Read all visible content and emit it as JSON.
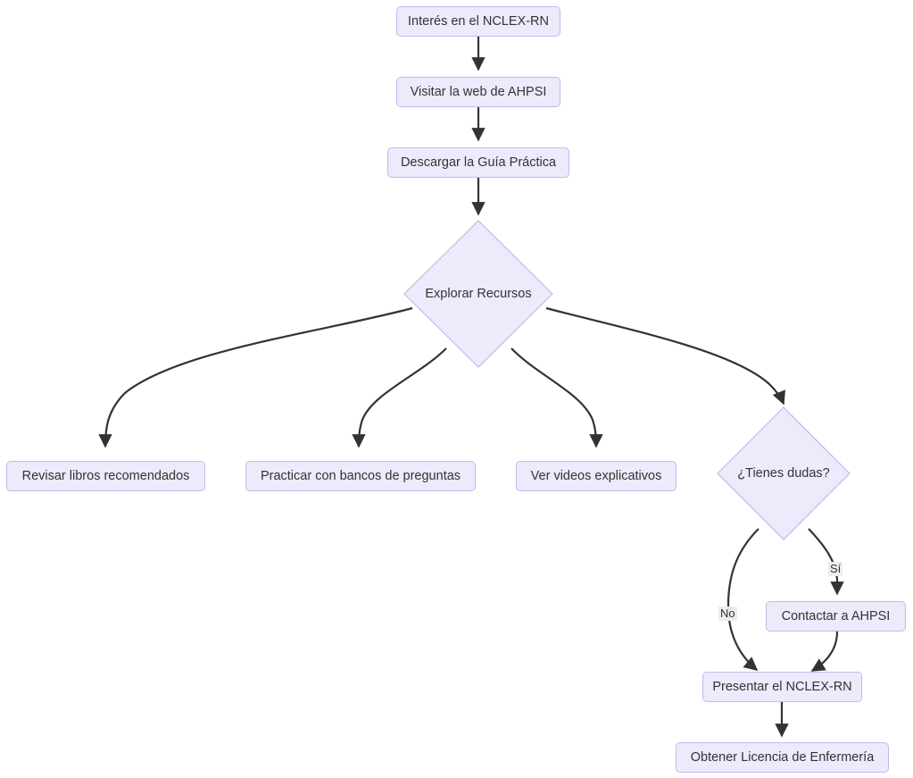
{
  "diagram": {
    "type": "flowchart",
    "direction": "top-down",
    "title": "",
    "theme": {
      "node_fill": "#ECEAFB",
      "node_stroke": "#C6B8EC",
      "text_color": "#333333",
      "edge_color": "#333333",
      "edge_label_background": "#EDEDED",
      "background": "#FFFFFF"
    },
    "nodes": [
      {
        "id": "interes",
        "label": "Interés en el NCLEX-RN",
        "shape": "rounded-rect"
      },
      {
        "id": "web",
        "label": "Visitar la web de AHPSI",
        "shape": "rounded-rect"
      },
      {
        "id": "guia",
        "label": "Descargar la Guía Práctica",
        "shape": "rounded-rect"
      },
      {
        "id": "explorar",
        "label": "Explorar Recursos",
        "shape": "diamond"
      },
      {
        "id": "libros",
        "label": "Revisar libros recomendados",
        "shape": "rounded-rect"
      },
      {
        "id": "bancos",
        "label": "Practicar con bancos de preguntas",
        "shape": "rounded-rect"
      },
      {
        "id": "videos",
        "label": "Ver videos explicativos",
        "shape": "rounded-rect"
      },
      {
        "id": "dudas",
        "label": "¿Tienes dudas?",
        "shape": "diamond"
      },
      {
        "id": "contactar",
        "label": "Contactar a AHPSI",
        "shape": "rounded-rect"
      },
      {
        "id": "presentar",
        "label": "Presentar el NCLEX-RN",
        "shape": "rounded-rect"
      },
      {
        "id": "licencia",
        "label": "Obtener Licencia de Enfermería",
        "shape": "rounded-rect"
      }
    ],
    "edges": [
      {
        "from": "interes",
        "to": "web",
        "label": ""
      },
      {
        "from": "web",
        "to": "guia",
        "label": ""
      },
      {
        "from": "guia",
        "to": "explorar",
        "label": ""
      },
      {
        "from": "explorar",
        "to": "libros",
        "label": ""
      },
      {
        "from": "explorar",
        "to": "bancos",
        "label": ""
      },
      {
        "from": "explorar",
        "to": "videos",
        "label": ""
      },
      {
        "from": "explorar",
        "to": "dudas",
        "label": ""
      },
      {
        "from": "dudas",
        "to": "contactar",
        "label": "Sí"
      },
      {
        "from": "dudas",
        "to": "presentar",
        "label": "No"
      },
      {
        "from": "contactar",
        "to": "presentar",
        "label": ""
      },
      {
        "from": "presentar",
        "to": "licencia",
        "label": ""
      }
    ],
    "edge_labels": {
      "si": "Sí",
      "no": "No"
    }
  }
}
